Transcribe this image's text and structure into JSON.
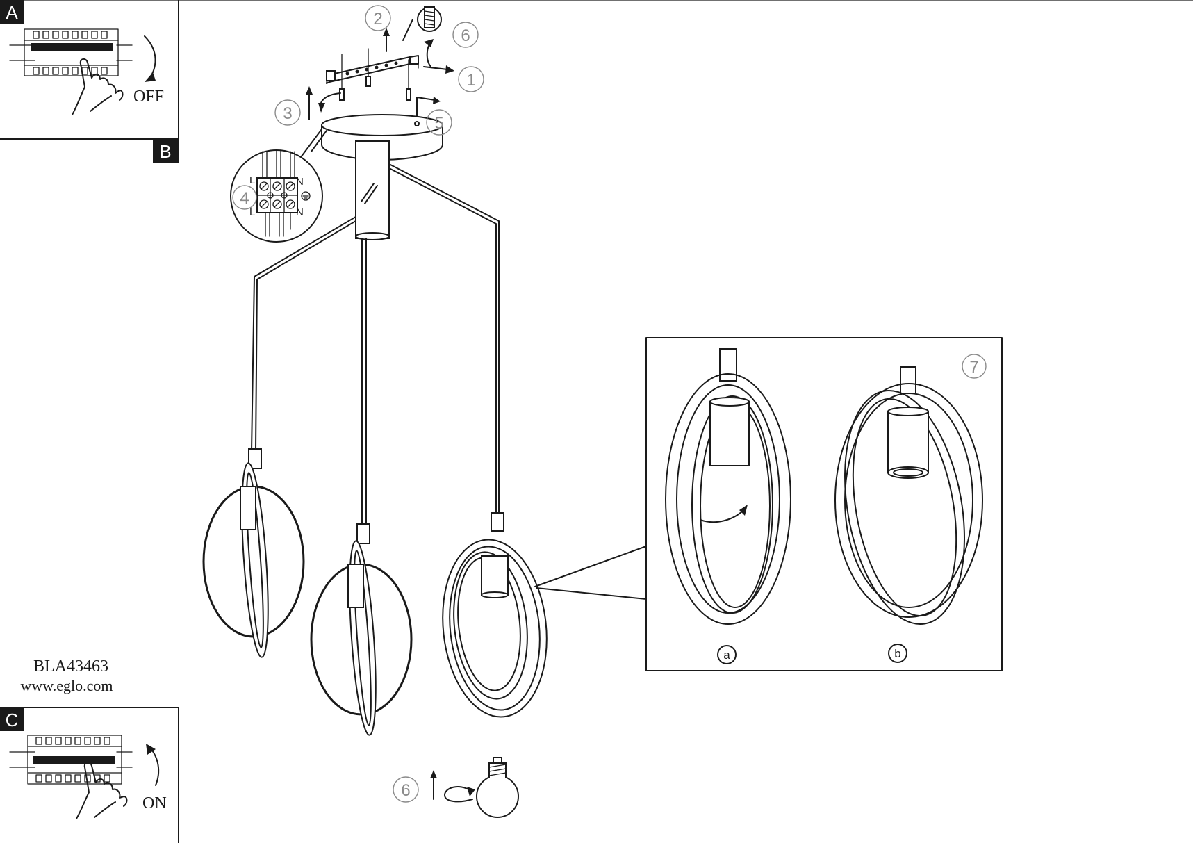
{
  "panels": {
    "a_letter": "A",
    "b_letter": "B",
    "c_letter": "C",
    "off_label": "OFF",
    "on_label": "ON"
  },
  "steps": {
    "s1": "1",
    "s2": "2",
    "s3": "3",
    "s4": "4",
    "s5": "5",
    "s6": "6",
    "s6_bulb": "6",
    "s7": "7"
  },
  "terminal": {
    "l_top": "L",
    "l_bottom": "L",
    "n_top": "N",
    "n_bottom": "N"
  },
  "detail": {
    "a_label": "a",
    "b_label": "b"
  },
  "footer": {
    "model": "BLA43463",
    "website": "www.eglo.com"
  },
  "colors": {
    "line": "#1a1a1a",
    "step_circle": "#8a8a8a",
    "background": "#ffffff"
  }
}
